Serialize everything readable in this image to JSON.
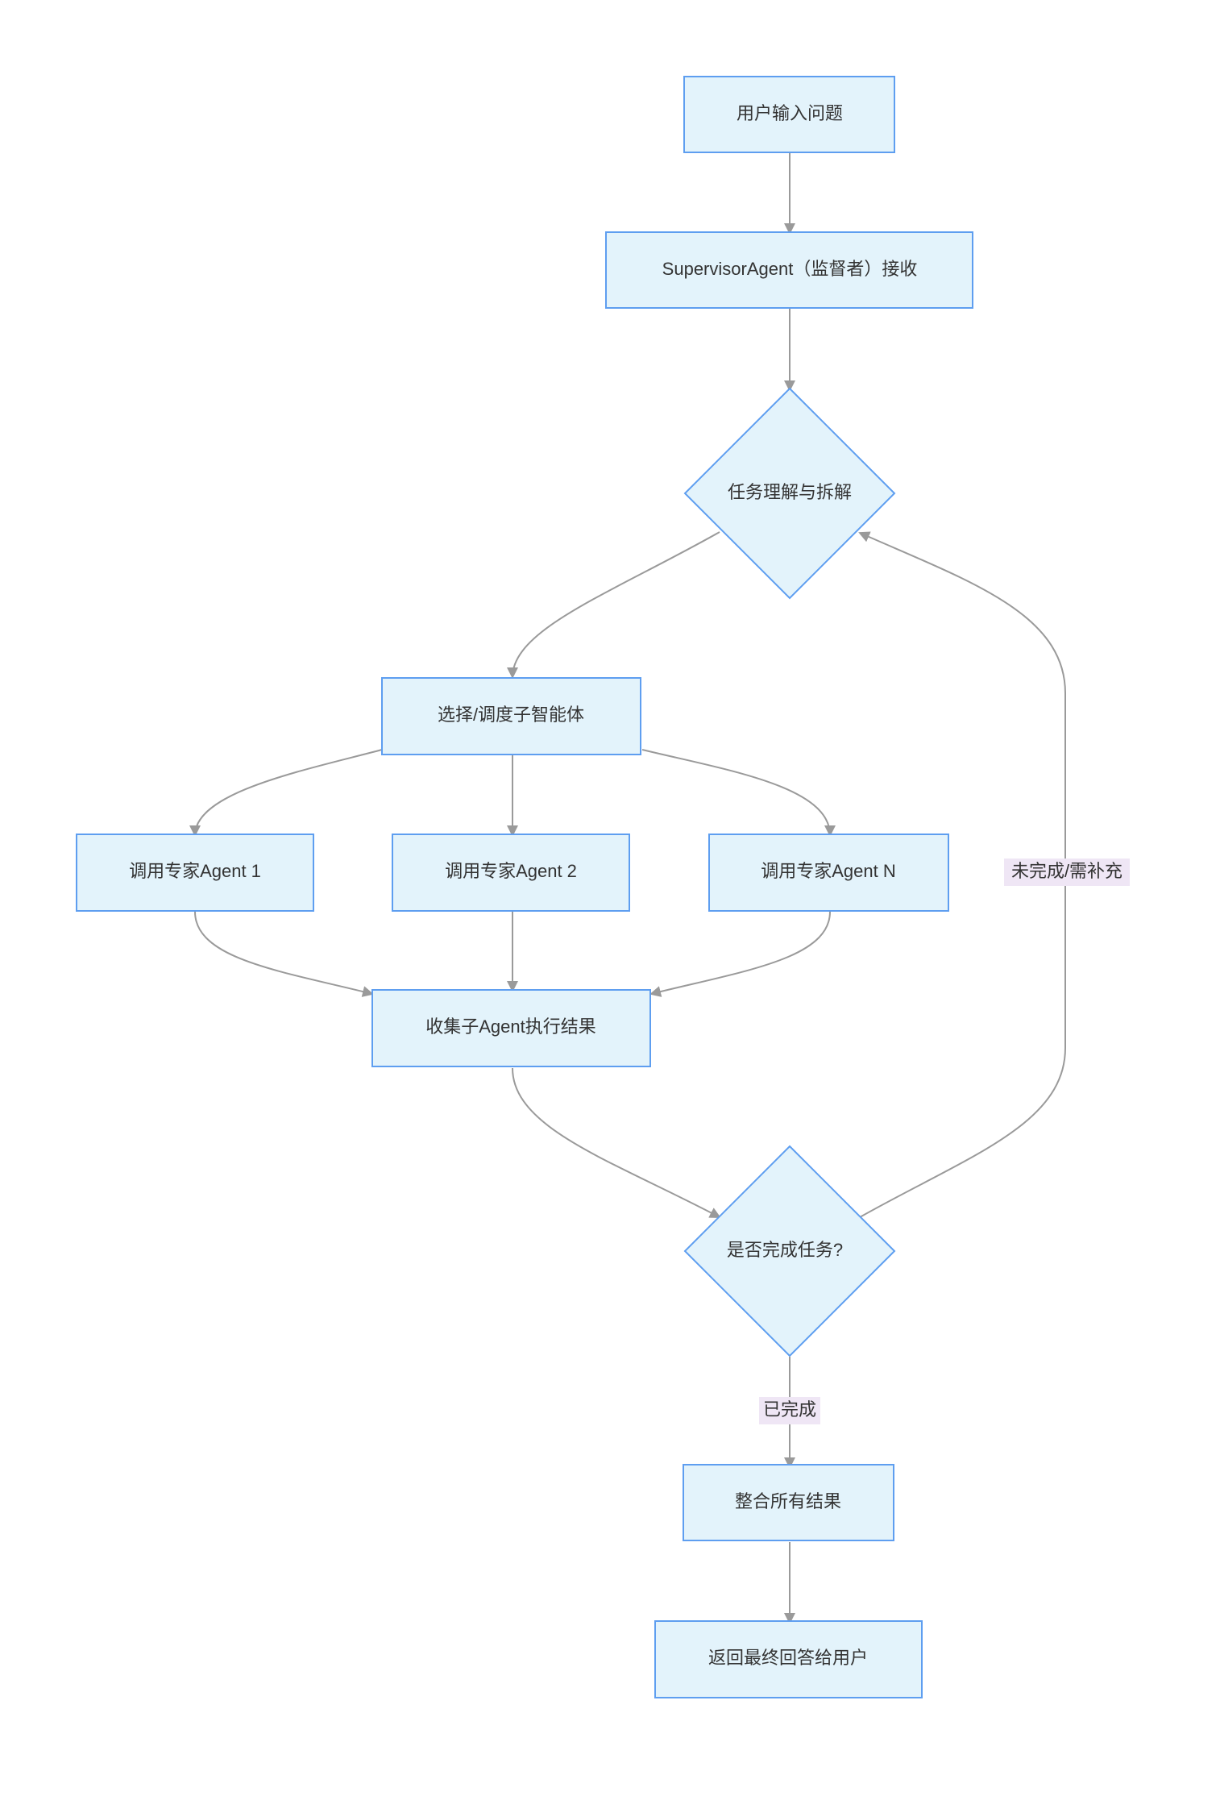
{
  "nodes": {
    "user_input": "用户输入问题",
    "supervisor": "SupervisorAgent（监督者）接收",
    "decompose": "任务理解与拆解",
    "select": "选择/调度子智能体",
    "agent1": "调用专家Agent 1",
    "agent2": "调用专家Agent 2",
    "agentN": "调用专家Agent N",
    "collect": "收集子Agent执行结果",
    "done_check": "是否完成任务?",
    "merge": "整合所有结果",
    "return": "返回最终回答给用户"
  },
  "edge_labels": {
    "incomplete": "未完成/需补充",
    "completed": "已完成"
  },
  "colors": {
    "node_fill": "#e3f3fb",
    "node_stroke": "#5e9ef0",
    "edge": "#9a9a9a",
    "label_bg": "#efe6f5"
  }
}
